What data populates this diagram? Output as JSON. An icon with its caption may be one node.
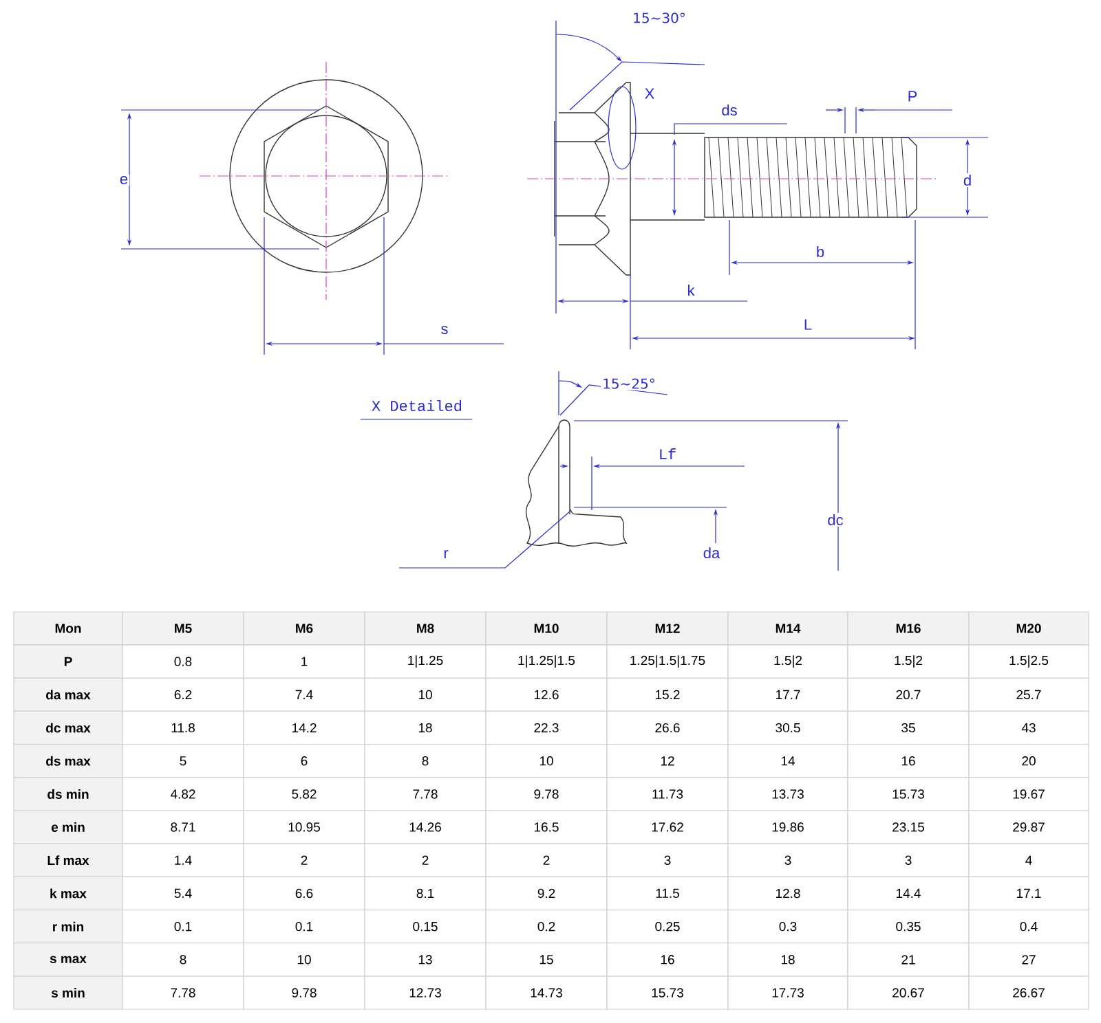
{
  "diagram": {
    "labels": [
      "15~30°",
      "X",
      "ds",
      "P",
      "e",
      "d",
      "b",
      "k",
      "s",
      "L",
      "X Detailed",
      "15~25°",
      "Lf",
      "dc",
      "r",
      "da",
      "Mon",
      "M5",
      "M6",
      "M8",
      "M10",
      "M12",
      "M14",
      "M16",
      "M20",
      "P",
      "0.8",
      "1",
      "1|1.25",
      "1|1.25|1.5",
      "1.25|1.5|1.75",
      "1.5|2",
      "1.5|2",
      "1.5|2.5",
      "da max",
      "6.2",
      "7.4",
      "10",
      "12.6",
      "15.2",
      "17.7",
      "20.7",
      "25.7",
      "dc max",
      "11.8",
      "14.2",
      "18",
      "22.3",
      "26.6",
      "30.5",
      "35",
      "43",
      "ds max",
      "5",
      "6",
      "8",
      "10",
      "12",
      "14",
      "16",
      "20",
      "ds min",
      "4.82",
      "5.82",
      "7.78",
      "9.78",
      "11.73",
      "13.73",
      "15.73",
      "19.67",
      "e min",
      "8.71",
      "10.95",
      "14.26",
      "16.5",
      "17.62",
      "19.86",
      "23.15",
      "29.87",
      "Lf max",
      "1.4",
      "2",
      "2",
      "2",
      "3",
      "3",
      "3",
      "4",
      "k max",
      "5.4",
      "6.6",
      "8.1",
      "9.2",
      "11.5",
      "12.8",
      "14.4",
      "17.1",
      "r min",
      "0.1",
      "0.1",
      "0.15",
      "0.2",
      "0.25",
      "0.3",
      "0.35",
      "0.4",
      "s max",
      "8",
      "10",
      "13",
      "15",
      "16",
      "18",
      "21",
      "27",
      "s min",
      "7.78",
      "9.78",
      "12.73",
      "14.73",
      "15.73",
      "17.73",
      "20.67",
      "26.67"
    ]
  }
}
